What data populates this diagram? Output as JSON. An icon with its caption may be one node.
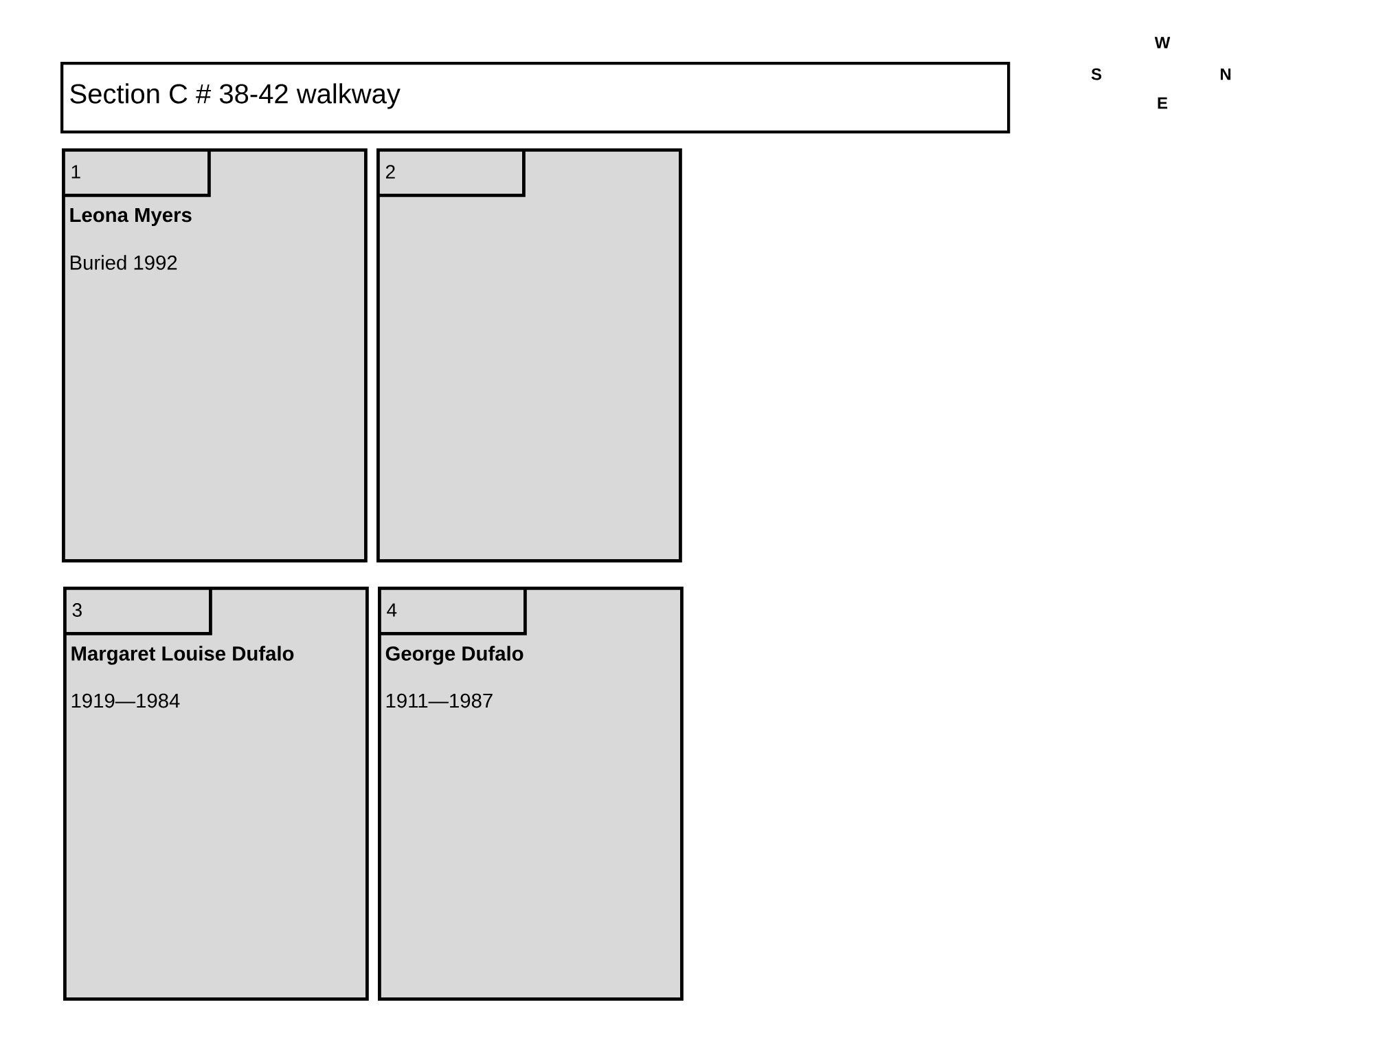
{
  "diagram": {
    "nodes": [
      {
        "text": [
          "Section C # 38-42 walkway"
        ]
      },
      {
        "text": [
          "Leona Myers",
          "Buried 1992"
        ]
      },
      {
        "text": [
          "1"
        ],
        "in": 1
      },
      {
        "text": [],
        "shape": "box"
      },
      {
        "text": [
          "2"
        ],
        "in": 3
      },
      {
        "text": [
          "Margaret Louise Dufalo",
          "1919—1984"
        ]
      },
      {
        "text": [
          "3"
        ],
        "in": 5
      },
      {
        "text": [
          "George Dufalo",
          "1911—1987"
        ]
      },
      {
        "text": [
          "4"
        ],
        "in": 7
      }
    ],
    "labels": [
      "W",
      "S",
      "N",
      "E"
    ]
  }
}
